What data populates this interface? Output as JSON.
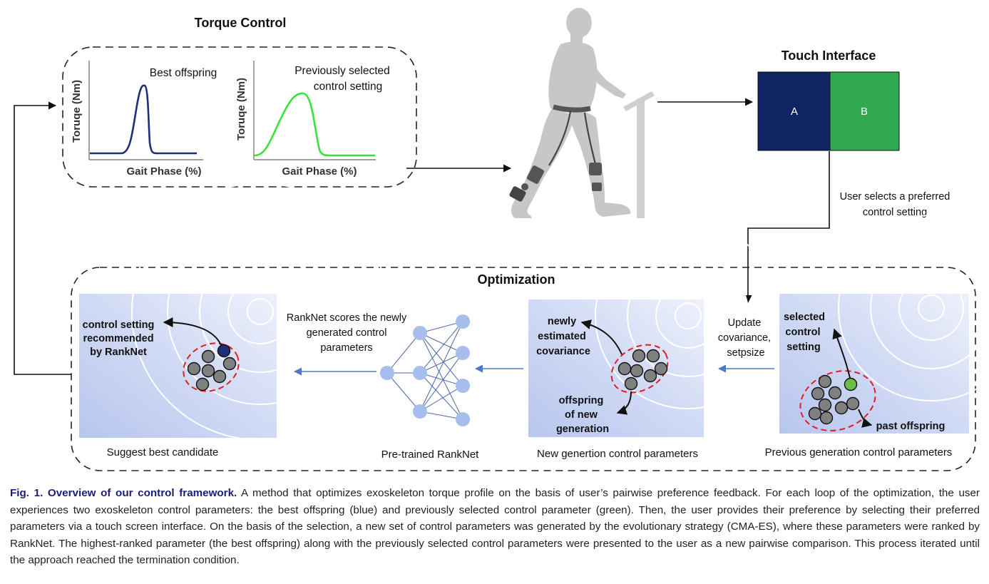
{
  "torque_control": {
    "title": "Torque Control",
    "plot_left": {
      "ylabel": "Toruqe (Nm)",
      "xlabel": "Gait Phase (%)",
      "label": "Best offspring",
      "color": "#1f2d7a"
    },
    "plot_right": {
      "ylabel": "Toruqe (Nm)",
      "xlabel": "Gait Phase (%)",
      "label_line1": "Previously selected",
      "label_line2": "control setting",
      "color": "#39e23a"
    }
  },
  "touch_interface": {
    "title": "Touch Interface",
    "option_a": "A",
    "option_b": "B",
    "color_a": "#0f2463",
    "color_b": "#2fa84f",
    "note_line1": "User selects a preferred",
    "note_line2": "control setting"
  },
  "optimization": {
    "title": "Optimization",
    "panel_suggest": {
      "annotation_line1": "control setting",
      "annotation_line2": "recommended",
      "annotation_line3": "by RankNet",
      "caption": "Suggest best candidate"
    },
    "ranknet": {
      "text_line1": "RankNet scores the newly",
      "text_line2": "generated control",
      "text_line3": "parameters",
      "caption": "Pre-trained RankNet"
    },
    "panel_new": {
      "annotation1_line1": "newly",
      "annotation1_line2": "estimated",
      "annotation1_line3": "covariance",
      "annotation2_line1": "offspring",
      "annotation2_line2": "of new",
      "annotation2_line3": "generation",
      "caption": "New genertion control parameters"
    },
    "update": {
      "line1": "Update",
      "line2": "covariance,",
      "line3": "setpsize"
    },
    "panel_prev": {
      "annotation1_line1": "selected",
      "annotation1_line2": "control",
      "annotation1_line3": "setting",
      "annotation2": "past offspring",
      "caption": "Previous generation control parameters"
    }
  },
  "caption": {
    "lead": "Fig. 1. Overview of our control framework.",
    "body": " A method that optimizes exoskeleton torque profile on the basis of user’s pairwise preference feedback. For each loop of the optimization, the user experiences two exoskeleton control parameters: the best offspring (blue) and previously selected control parameter (green). Then, the user provides their preference by selecting their preferred parameters via a touch screen interface. On the basis of the selection, a new set of control parameters was generated by the evolutionary strategy (CMA-ES), where these parameters were ranked by RankNet. The highest-ranked parameter (the best offspring) along with the previously selected control parameters were presented to the user as a new pairwise comparison. This process iterated until the approach reached the termination condition."
  }
}
